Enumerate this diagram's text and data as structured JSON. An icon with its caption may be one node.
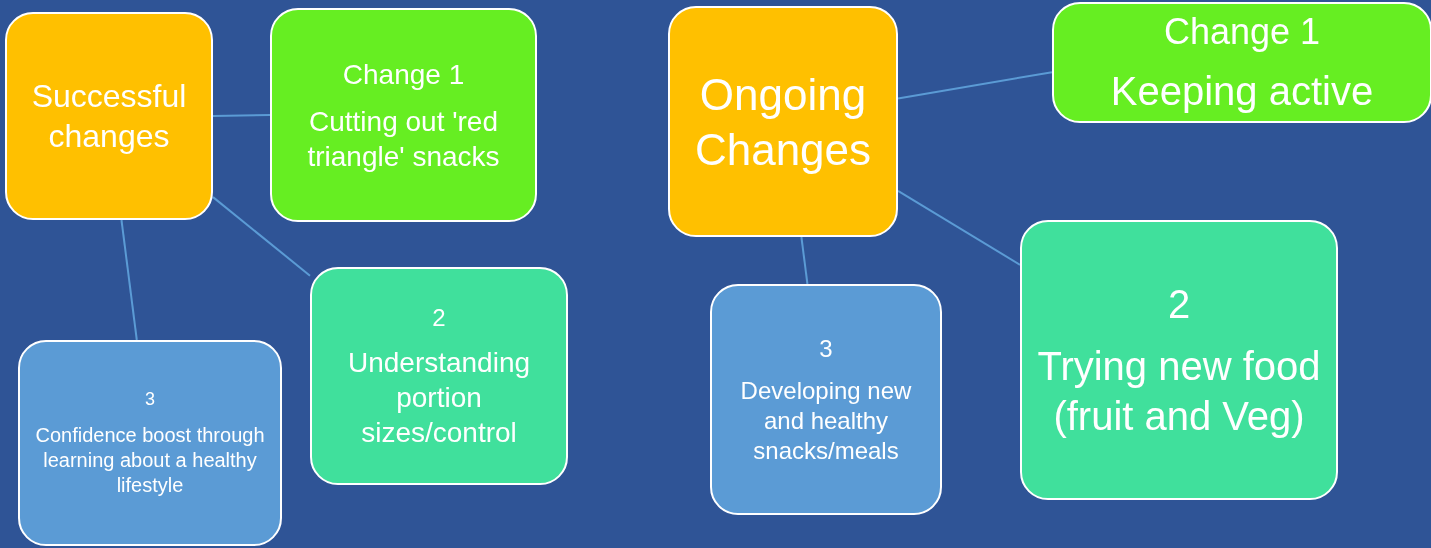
{
  "diagram": {
    "nodes": [
      {
        "text": [
          "Successful changes"
        ]
      },
      {
        "text": [
          "Change 1",
          "Cutting out 'red triangle' snacks"
        ]
      },
      {
        "text": [
          "2",
          "Understanding portion sizes/control"
        ]
      },
      {
        "text": [
          "3",
          "Confidence boost through learning about a healthy lifestyle"
        ]
      },
      {
        "text": [
          "Ongoing Changes"
        ]
      },
      {
        "text": [
          "Change 1",
          "Keeping active"
        ]
      },
      {
        "text": [
          "2",
          "Trying new food (fruit and Veg)"
        ]
      },
      {
        "text": [
          "3",
          "Developing new and healthy snacks/meals"
        ]
      }
    ],
    "edges": [
      {
        "from": 0,
        "to": 1,
        "arrow": "none"
      },
      {
        "from": 0,
        "to": 2,
        "arrow": "none"
      },
      {
        "from": 0,
        "to": 3,
        "arrow": "none"
      },
      {
        "from": 4,
        "to": 5,
        "arrow": "none"
      },
      {
        "from": 4,
        "to": 6,
        "arrow": "none"
      },
      {
        "from": 4,
        "to": 7,
        "arrow": "none"
      }
    ]
  }
}
